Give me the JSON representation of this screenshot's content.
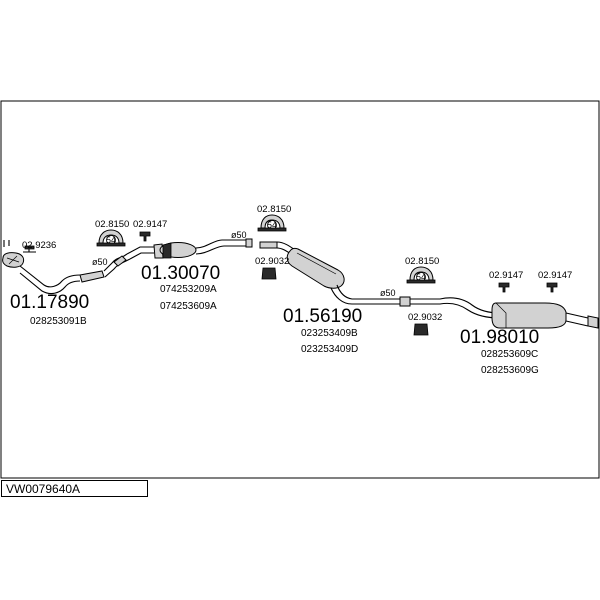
{
  "parts": [
    {
      "number": "01.17890",
      "oem": [
        "028253091B"
      ]
    },
    {
      "number": "01.30070",
      "oem": [
        "074253209A",
        "074253609A"
      ]
    },
    {
      "number": "01.56190",
      "oem": [
        "023253409B",
        "023253409D"
      ]
    },
    {
      "number": "01.98010",
      "oem": [
        "028253609C",
        "028253609G"
      ]
    }
  ],
  "accessories": {
    "gasket_front": "02.9236",
    "hanger_a": "02.8150",
    "clamp_a": "02.9147",
    "hanger_b": "02.8150",
    "rubber_a": "02.9032",
    "hanger_c": "02.8150",
    "rubber_b": "02.9032",
    "clamp_b": "02.9147",
    "clamp_c": "02.9147"
  },
  "diameters": {
    "d1": "ø50",
    "d2": "ø50",
    "d3": "ø50"
  },
  "hanger_label": "54",
  "model_code": "VW0079640A"
}
